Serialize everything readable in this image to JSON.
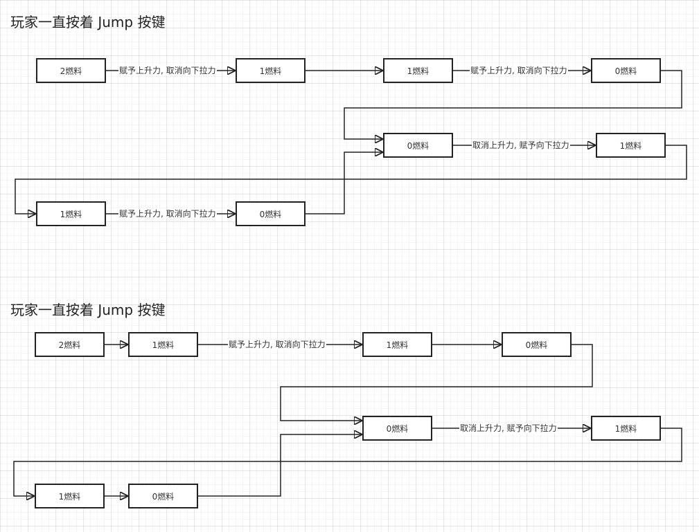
{
  "diagrams": [
    {
      "title": "玩家一直按着 Jump 按键",
      "nodes": [
        "2燃料",
        "1燃料",
        "1燃料",
        "0燃料",
        "0燃料",
        "1燃料",
        "1燃料",
        "0燃料"
      ],
      "edge_labels": [
        "赋予上升力, 取消向下拉力",
        "赋予上升力, 取消向下拉力",
        "取消上升力, 赋予向下拉力",
        "赋予上升力, 取消向下拉力"
      ]
    },
    {
      "title": "玩家一直按着 Jump 按键",
      "nodes": [
        "2燃料",
        "1燃料",
        "1燃料",
        "0燃料",
        "0燃料",
        "1燃料",
        "1燃料",
        "0燃料"
      ],
      "edge_labels": [
        "赋予上升力, 取消向下拉力",
        "取消上升力, 赋予向下拉力"
      ]
    }
  ]
}
